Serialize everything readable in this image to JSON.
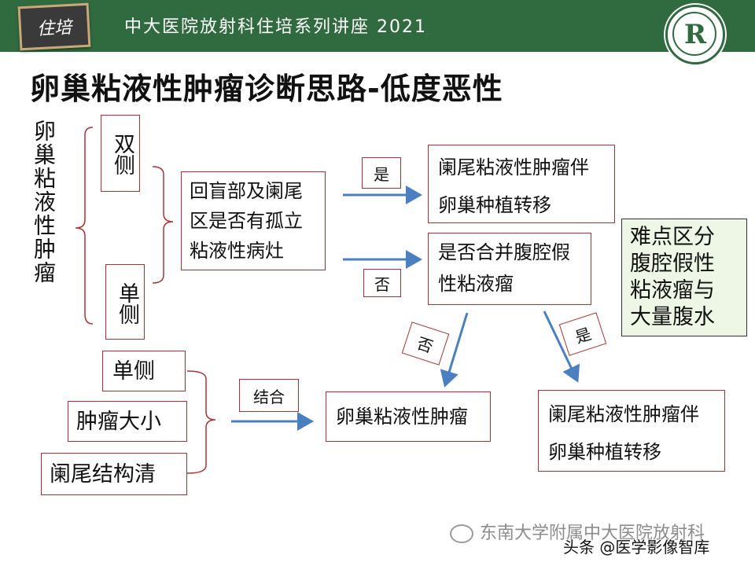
{
  "header": {
    "title": "中大医院放射科住培系列讲座 2021",
    "badge": "住培",
    "logo_letter": "R"
  },
  "title": "卵巢粘液性肿瘤诊断思路-低度恶性",
  "diagram": {
    "root": "卵巢粘液性肿瘤",
    "bilateral": "双侧",
    "unilateral": "单侧",
    "question": [
      "回盲部及阑尾",
      "区是否有孤立",
      "粘液性病灶"
    ],
    "yes": "是",
    "no": "否",
    "result_top": [
      "阑尾粘液性肿瘤伴",
      "卵巢种植转移"
    ],
    "pseudomyxoma": [
      "是否合并腹腔假",
      "性粘液瘤"
    ],
    "note": [
      "难点区分",
      "腹腔假性",
      "粘液瘤与",
      "大量腹水"
    ],
    "criteria": [
      "单侧",
      "肿瘤大小",
      "阑尾结构清"
    ],
    "combine": "结合",
    "ovary_result": "卵巢粘液性肿瘤",
    "result_bottom": [
      "阑尾粘液性肿瘤伴",
      "卵巢种植转移"
    ]
  },
  "watermark": {
    "source": "东南大学附属中大医院放射科",
    "author": "头条 @医学影像智库"
  }
}
